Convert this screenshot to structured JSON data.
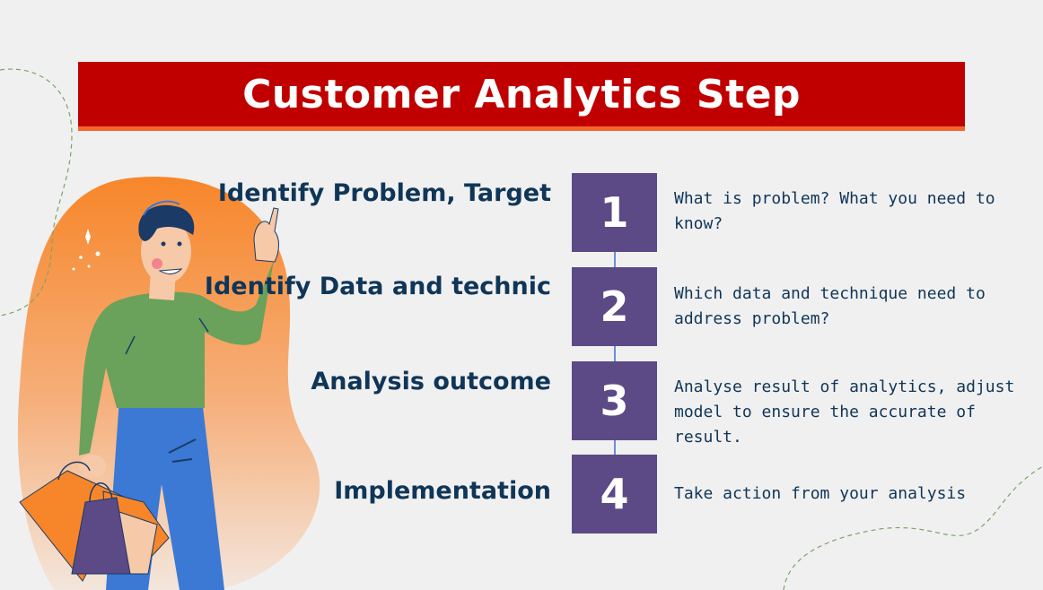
{
  "title": "Customer Analytics Step",
  "steps": [
    {
      "number": "1",
      "label": "Identify Problem, Target",
      "description": "What is problem? What you need to know?"
    },
    {
      "number": "2",
      "label": "Identify Data and technic",
      "description": "Which data and technique need to address problem?"
    },
    {
      "number": "3",
      "label": "Analysis outcome",
      "description": "Analyse result of analytics, adjust model to ensure the accurate of result."
    },
    {
      "number": "4",
      "label": "Implementation",
      "description": "Take action from your analysis"
    }
  ],
  "colors": {
    "background": "#f1f0f0",
    "title_bar": "#c00000",
    "title_shadow": "#f3672b",
    "step_box": "#5b4a86",
    "text_dark": "#0f3658",
    "connector": "#3b6fd8"
  },
  "illustration": "person-pointing-up-with-shopping-bags"
}
